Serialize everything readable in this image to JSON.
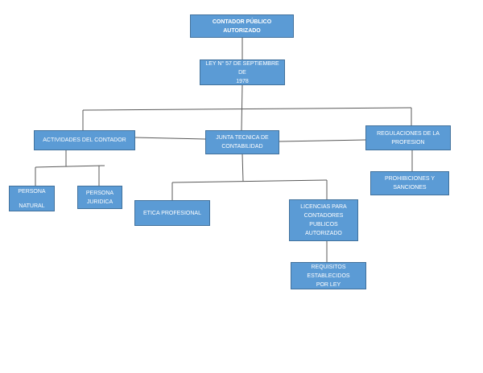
{
  "nodes": {
    "root": "CONTADOR PÚBLICO AUTORIZADO",
    "ley": "LEY N° 57 DE SEPTIEMBRE DE\n1978",
    "actividades": "ACTIVIDADES DEL CONTADOR",
    "junta": "JUNTA TECNICA DE\nCONTABILIDAD",
    "regulaciones": "REGULACIONES DE LA\nPROFESION",
    "persona_natural": "PERSONA\n\nNATURAL",
    "persona_juridica": "PERSONA\nJURIDICA",
    "etica": "ETICA PROFESIONAL",
    "licencias": "LICENCIAS PARA\nCONTADORES PUBLICOS\nAUTORIZADO",
    "prohibiciones": "PROHIBICIONES Y\nSANCIONES",
    "requisitos": "REQUISITOS ESTABLECIDOS\nPOR LEY"
  },
  "colors": {
    "box": "#5b9bd5",
    "border": "#41719c",
    "line": "#595959"
  }
}
